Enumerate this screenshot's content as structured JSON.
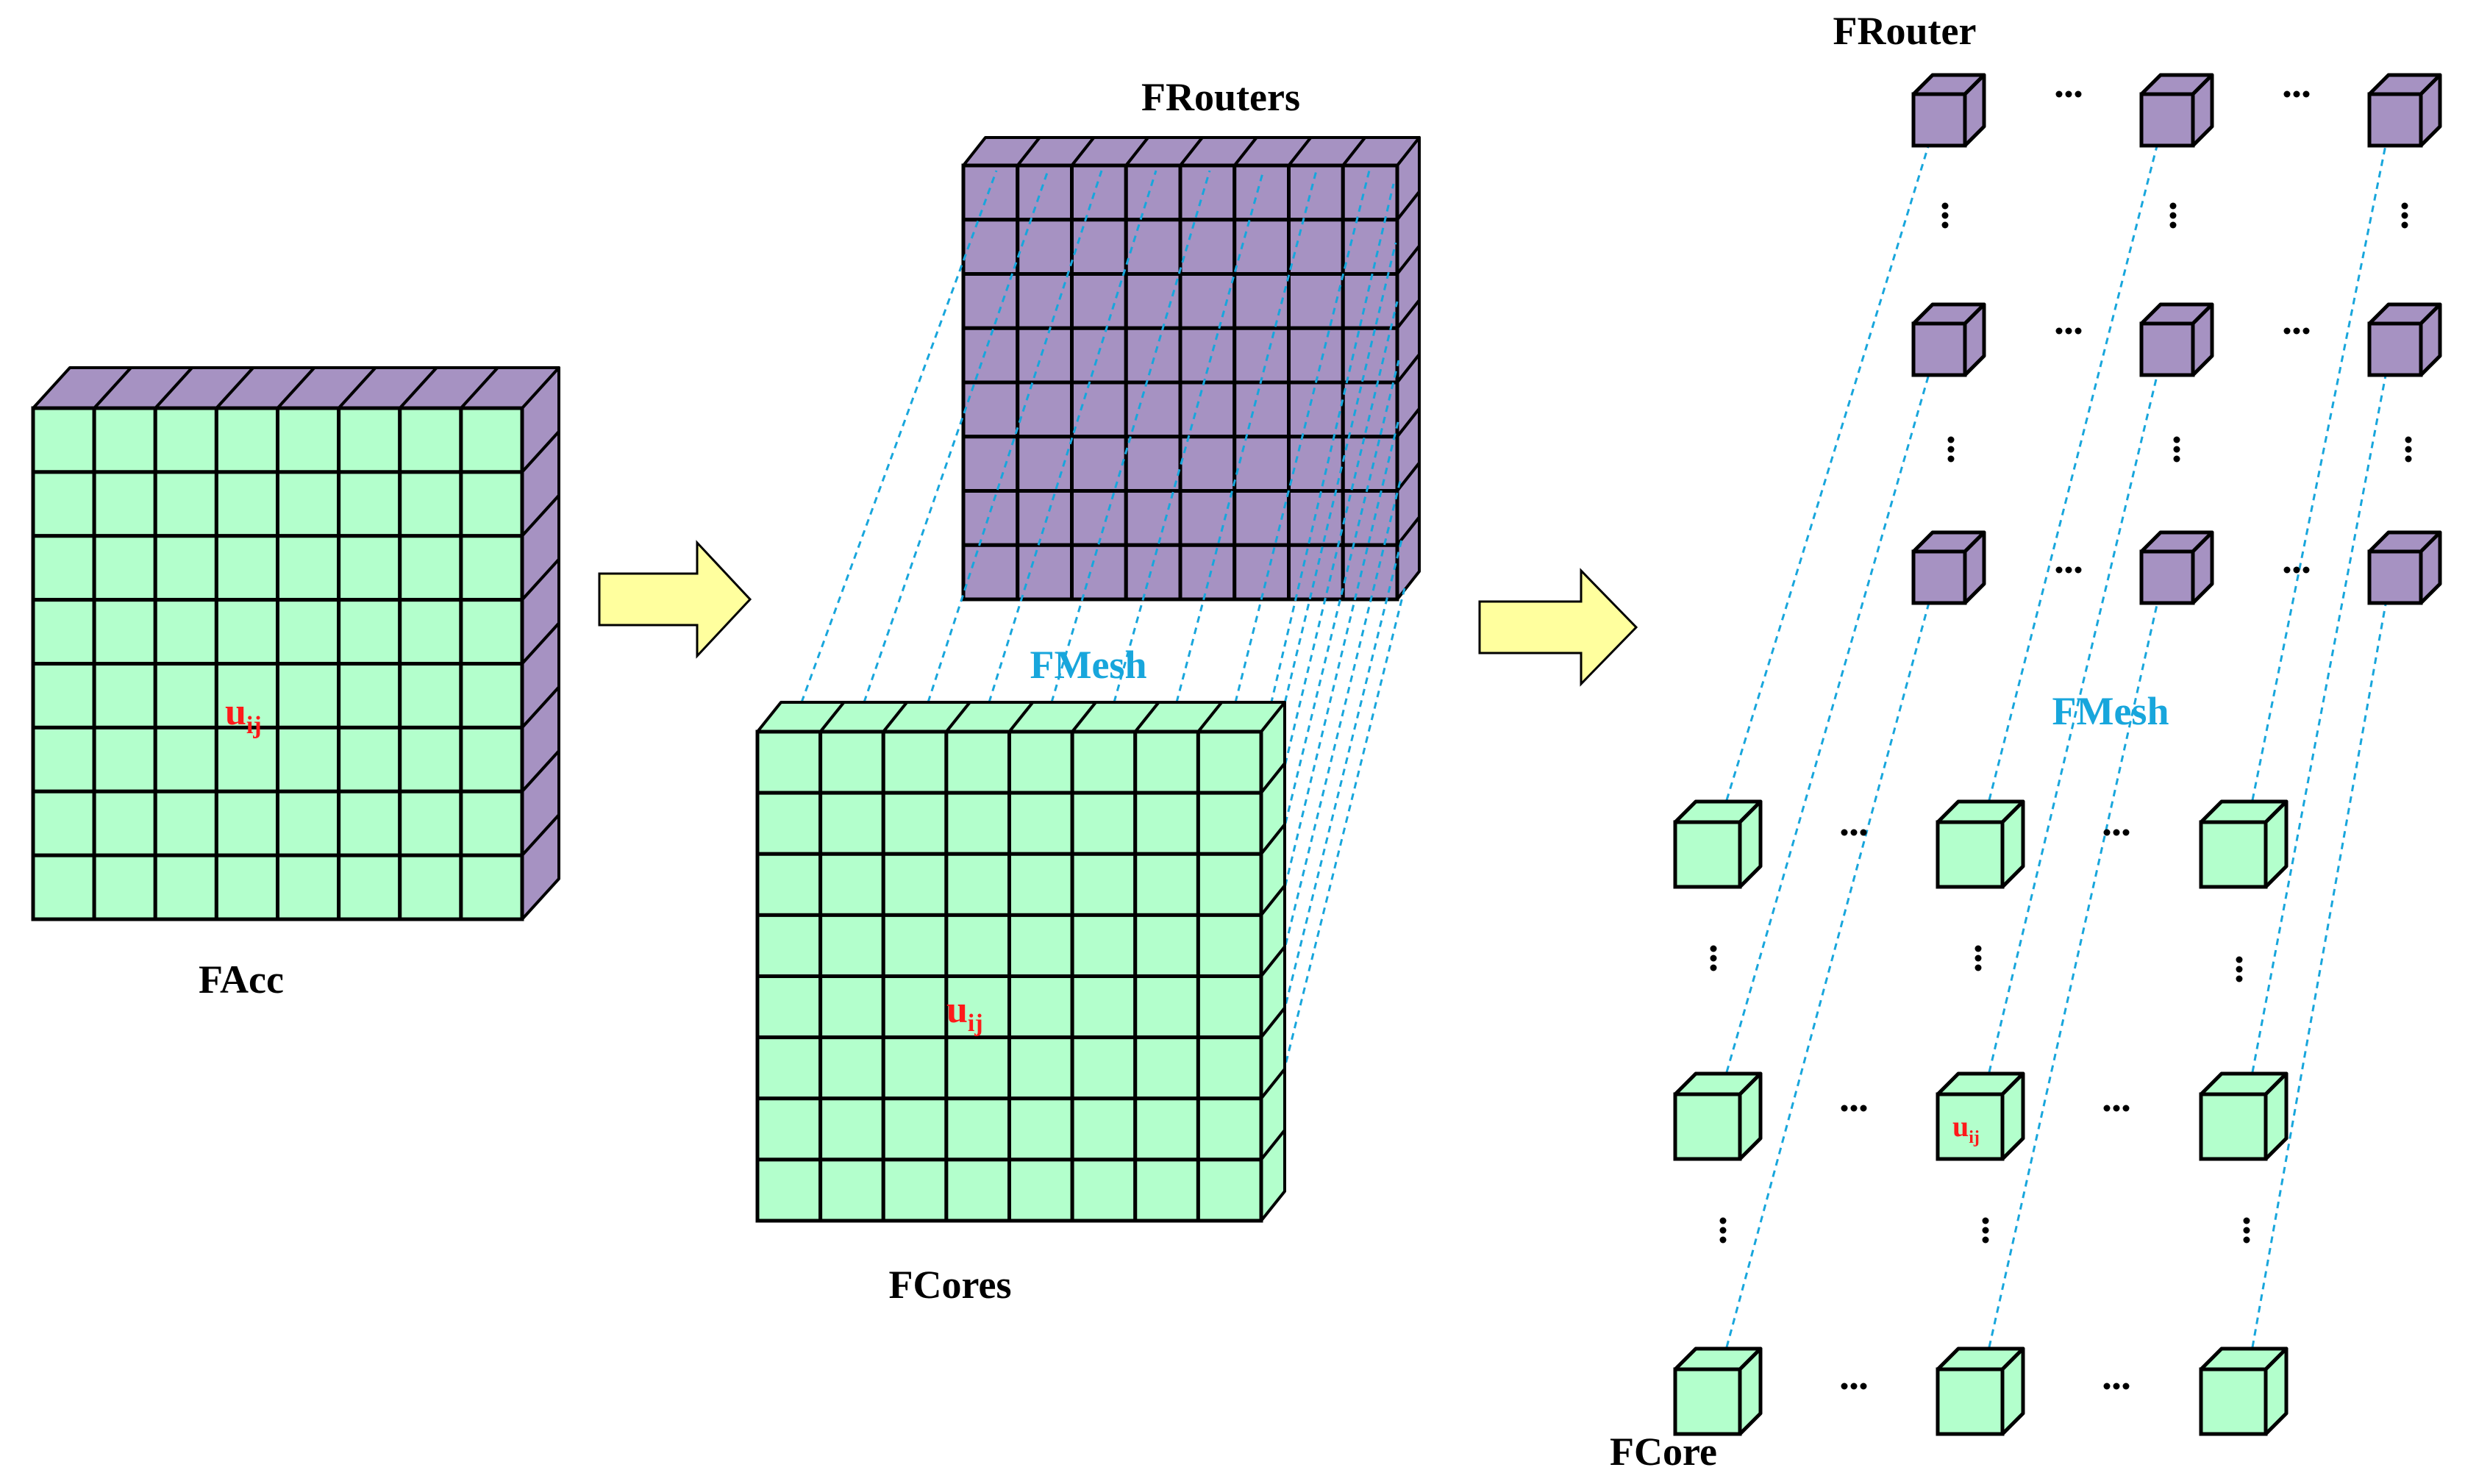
{
  "colors": {
    "core_fill": "#b3ffcc",
    "router_fill": "#a692c2",
    "edge": "#000000",
    "link": "#18a6dc",
    "arrow_fill": "#ffff9e",
    "highlight": "#ff1a1a",
    "mesh_text": "#18a6dc"
  },
  "grid": {
    "rows": 8,
    "cols": 8
  },
  "labels": {
    "facc": "FAcc",
    "frouters": "FRouters",
    "fmesh_mid": "FMesh",
    "fcores": "FCores",
    "frouter": "FRouter",
    "fmesh_right": "FMesh",
    "fcore": "FCore",
    "u": "u",
    "ij": "ij",
    "dots": "···"
  }
}
